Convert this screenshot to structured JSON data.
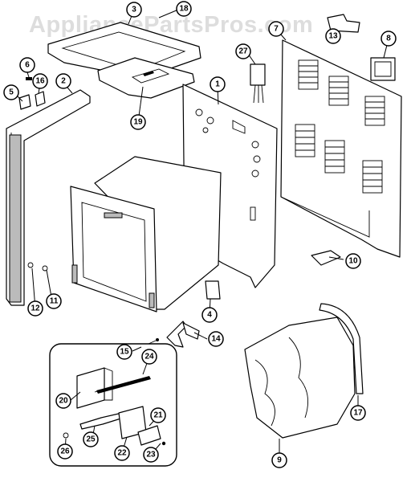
{
  "watermark": "AppliancePartsPros.com",
  "callouts": [
    {
      "label": "1"
    },
    {
      "label": "2"
    },
    {
      "label": "3"
    },
    {
      "label": "4"
    },
    {
      "label": "5"
    },
    {
      "label": "6"
    },
    {
      "label": "7"
    },
    {
      "label": "8"
    },
    {
      "label": "9"
    },
    {
      "label": "10"
    },
    {
      "label": "11"
    },
    {
      "label": "12"
    },
    {
      "label": "13"
    },
    {
      "label": "14"
    },
    {
      "label": "15"
    },
    {
      "label": "16"
    },
    {
      "label": "17"
    },
    {
      "label": "18"
    },
    {
      "label": "19"
    },
    {
      "label": "20"
    },
    {
      "label": "21"
    },
    {
      "label": "22"
    },
    {
      "label": "23"
    },
    {
      "label": "24"
    },
    {
      "label": "25"
    },
    {
      "label": "26"
    },
    {
      "label": "27"
    }
  ]
}
